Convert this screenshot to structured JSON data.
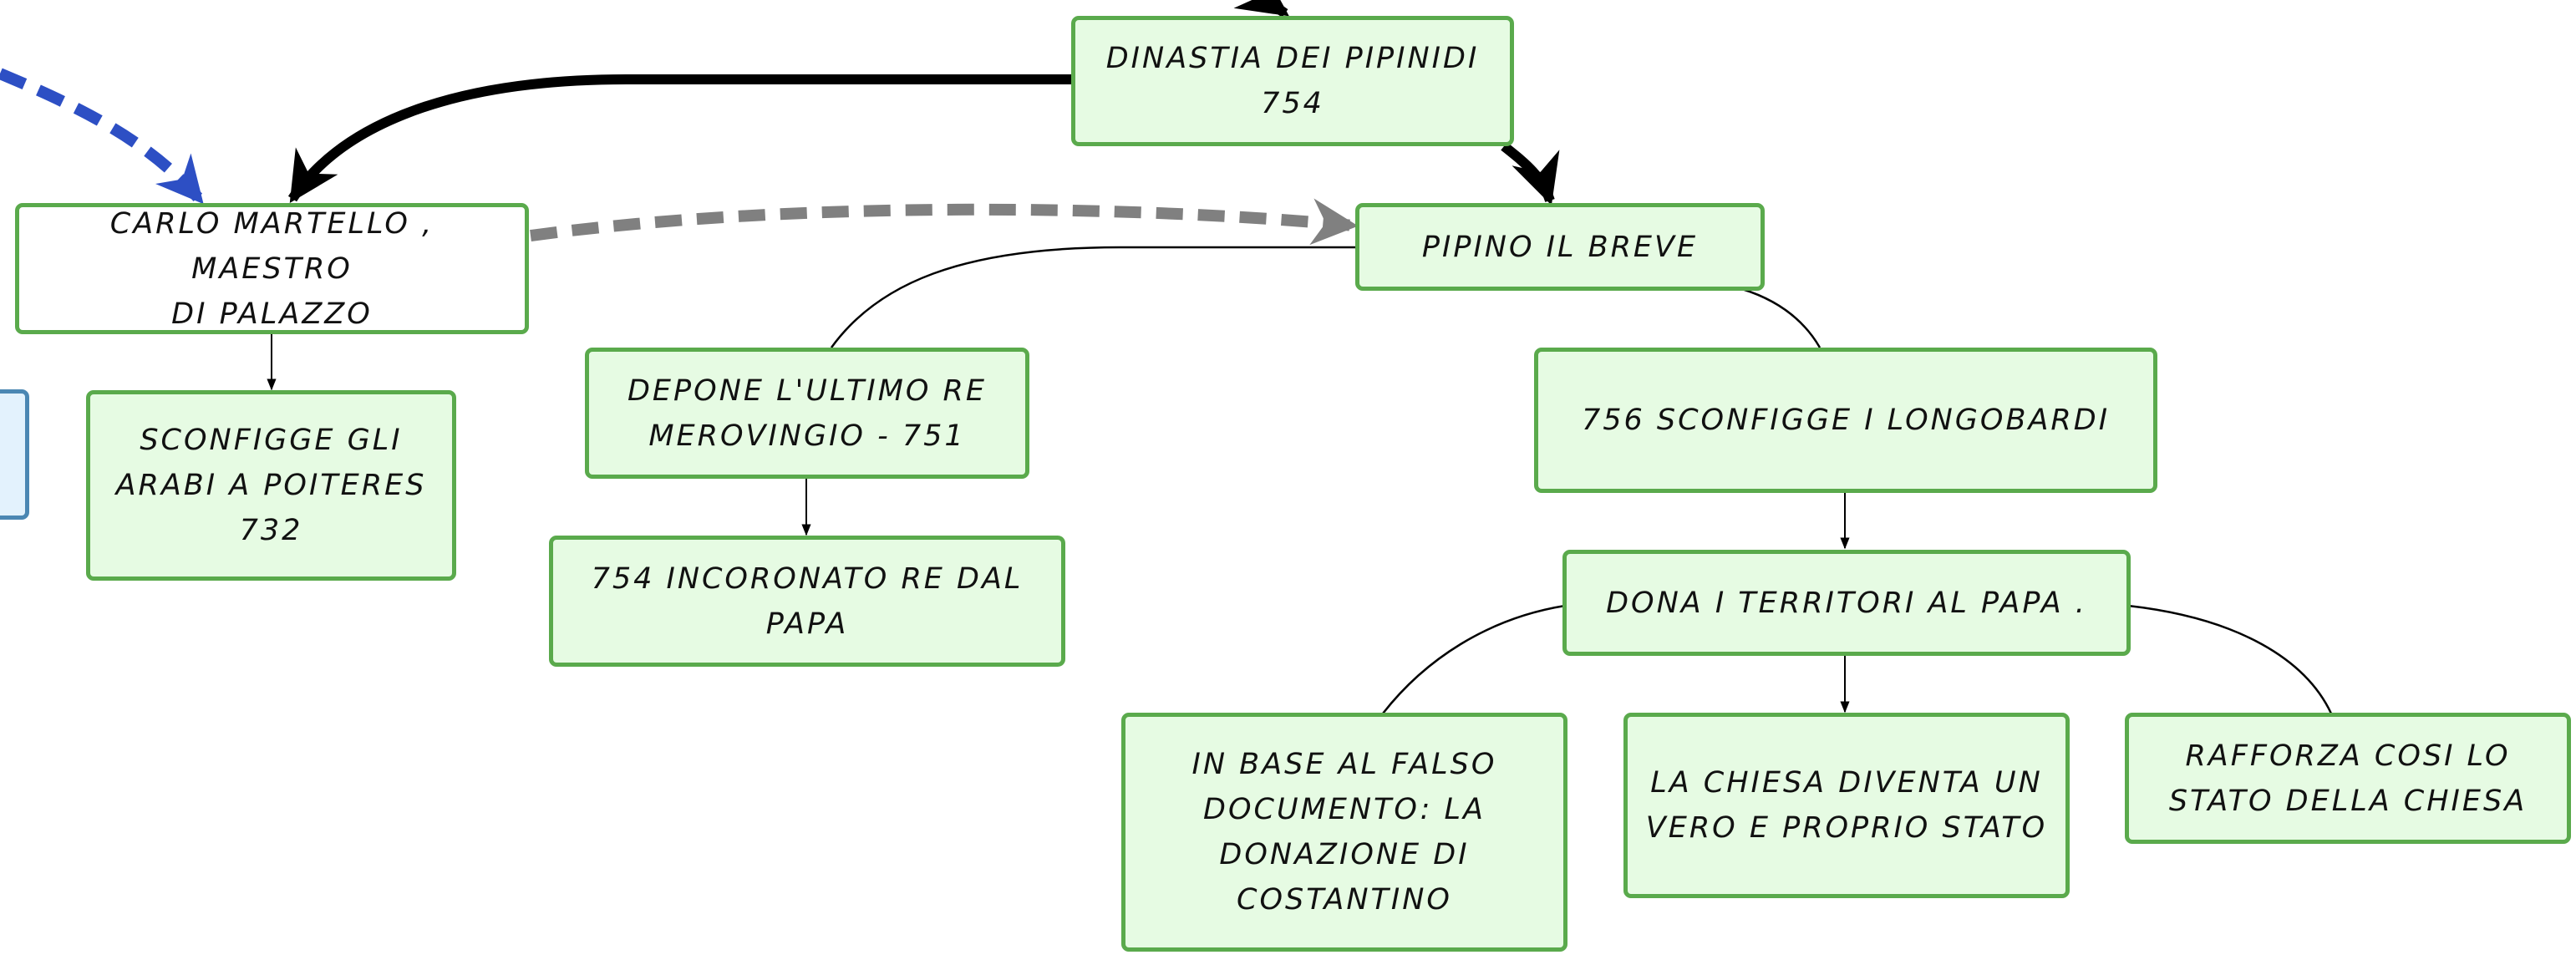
{
  "nodes": {
    "dinastia": "DINASTIA DEI PIPINIDI\n754",
    "carlo": "CARLO MARTELLO , MAESTRO\nDI PALAZZO",
    "pipino": "PIPINO IL BREVE",
    "sconfigge_arabi": "SCONFIGGE GLI\nARABI A POITERES\n732",
    "depone": "DEPONE L'ULTIMO RE\nMEROVINGIO - 751",
    "incoronato": "754 INCORONATO RE DAL\nPAPA",
    "longobardi": "756 SCONFIGGE I LONGOBARDI",
    "dona": "DONA I TERRITORI AL PAPA .",
    "falso": "IN BASE AL FALSO\nDOCUMENTO: LA\nDONAZIONE DI\nCOSTANTINO",
    "chiesa_stato": "LA CHIESA DIVENTA UN\nVERO E PROPRIO STATO",
    "rafforza": "RAFFORZA COSI LO\nSTATO DELLA CHIESA"
  },
  "colors": {
    "node_fill": "#e6fbe3",
    "node_border": "#5aaa4c",
    "blue_node_fill": "#e3f2fd",
    "blue_node_border": "#4b87b3",
    "blue_dashed_arrow": "#2d4fc4",
    "gray_dashed_arrow": "#808080",
    "connector": "#000000"
  }
}
